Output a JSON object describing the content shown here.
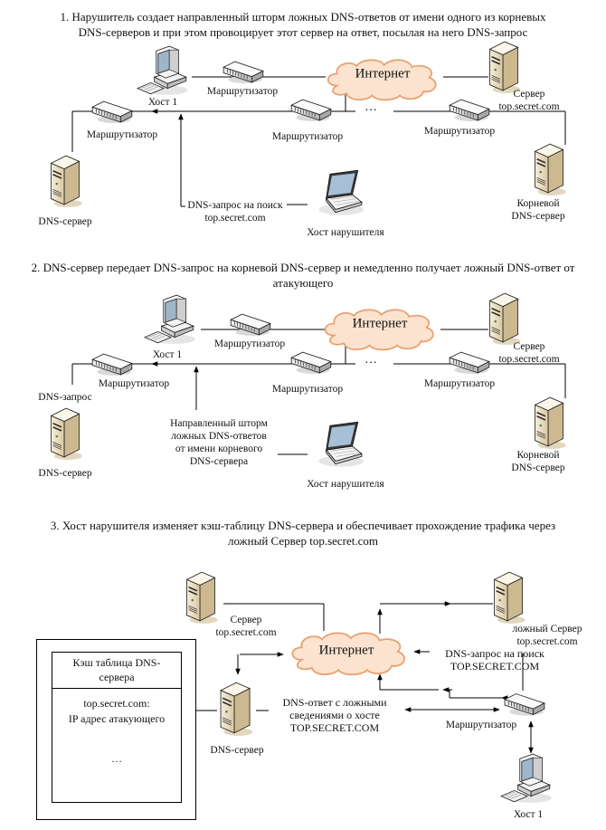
{
  "colors": {
    "cloud_fill": "#fce3cf",
    "cloud_stroke": "#e8a070",
    "server_fill": "#efe3c4",
    "router_fill": "#e6e6e6",
    "line": "#000000"
  },
  "icons": {
    "server": "server-icon",
    "router": "router-icon",
    "workstation": "desktop-computer-icon",
    "laptop": "laptop-icon",
    "cloud": "internet-cloud-icon"
  },
  "step1": {
    "caption_line1": "1. Нарушитель создает направленный шторм ложных DNS-ответов от имени одного из корневых",
    "caption_line2": "DNS-серверов и при этом провоцирует этот сервер на ответ, посылая на него DNS-запрос",
    "host1": "Хост 1",
    "router_top": "Маршрутизатор",
    "router_left": "Маршрутизатор",
    "router_mid": "Маршрутизатор",
    "router_right": "Маршрутизатор",
    "internet": "Интернет",
    "ellipsis": "…",
    "server_line1": "Сервер",
    "server_line2": "top.secret.com",
    "dns_server": "DNS-сервер",
    "query_line1": "DNS-запрос на поиск",
    "query_line2": "top.secret.com",
    "attacker": "Хост нарушителя",
    "root_line1": "Корневой",
    "root_line2": "DNS-сервер"
  },
  "step2": {
    "caption_line1": "2. DNS-сервер передает DNS-запрос на корневой DNS-сервер и немедленно получает ложный DNS-ответ от",
    "caption_line2": "атакующего",
    "host1": "Хост 1",
    "router_top": "Маршрутизатор",
    "router_left": "Маршрутизатор",
    "router_mid": "Маршрутизатор",
    "router_right": "Маршрутизатор",
    "internet": "Интернет",
    "ellipsis": "…",
    "server_line1": "Сервер",
    "server_line2": "top.secret.com",
    "dns_query": "DNS-запрос",
    "dns_server": "DNS-сервер",
    "storm_line1": "Направленный шторм",
    "storm_line2": "ложных DNS-ответов",
    "storm_line3": "от имени корневого",
    "storm_line4": "DNS-сервера",
    "attacker": "Хост нарушителя",
    "root_line1": "Корневой",
    "root_line2": "DNS-сервер"
  },
  "step3": {
    "caption_line1": "3. Хост нарушителя изменяет кэш-таблицу DNS-сервера и обеспечивает прохождение трафика через",
    "caption_line2": "ложный Сервер top.secret.com",
    "server_line1": "Сервер",
    "server_line2": "top.secret.com",
    "fake_server_line1": "ложный Сервер",
    "fake_server_line2": "top.secret.com",
    "internet": "Интернет",
    "query_line1": "DNS-запрос на поиск",
    "query_line2": "TOP.SECRET.COM",
    "answer_line1": "DNS-ответ с ложными",
    "answer_line2": "сведениями о хосте",
    "answer_line3": "TOP.SECRET.COM",
    "dns_server": "DNS-сервер",
    "router": "Маршрутизатор",
    "host1": "Хост 1",
    "cache": {
      "title_line1": "Кэш таблица DNS-",
      "title_line2": "сервера",
      "entry_line1": "top.secret.com:",
      "entry_line2": "IP адрес атакующего",
      "more": "…"
    }
  }
}
